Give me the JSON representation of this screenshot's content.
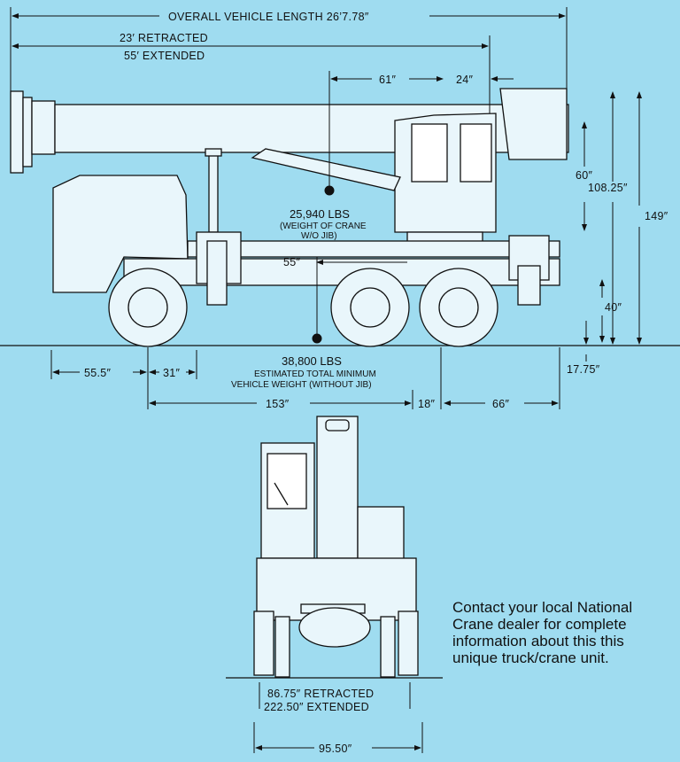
{
  "dimensions": {
    "overall_length": "OVERALL VEHICLE LENGTH 26’7.78″",
    "retracted": "23′ RETRACTED",
    "extended": "55′ EXTENDED",
    "d61": "61″",
    "d24": "24″",
    "d60": "60″",
    "d108": "108.25″",
    "d149": "149″",
    "d55": "55″",
    "d40": "40″",
    "d17": "17.75″",
    "d55_5": "55.5″",
    "d31": "31″",
    "d153": "153″",
    "d18": "18″",
    "d66": "66″",
    "front_retracted": "86.75″ RETRACTED",
    "front_extended": "222.50″ EXTENDED",
    "front_width": "95.50″"
  },
  "weights": {
    "crane_weight": "25,940  LBS",
    "crane_note_1": "(WEIGHT OF CRANE",
    "crane_note_2": "W/O JIB)",
    "vehicle_weight": "38,800 LBS",
    "vehicle_note_1": "ESTIMATED TOTAL MINIMUM",
    "vehicle_note_2": "VEHICLE WEIGHT (WITHOUT JIB)"
  },
  "contact_text": "Contact your local National\nCrane dealer for complete\ninformation about this this\nunique truck/crane unit.",
  "colors": {
    "background": "#9fdcf0",
    "line": "#111111",
    "body_fill": "#e9f6fb"
  }
}
